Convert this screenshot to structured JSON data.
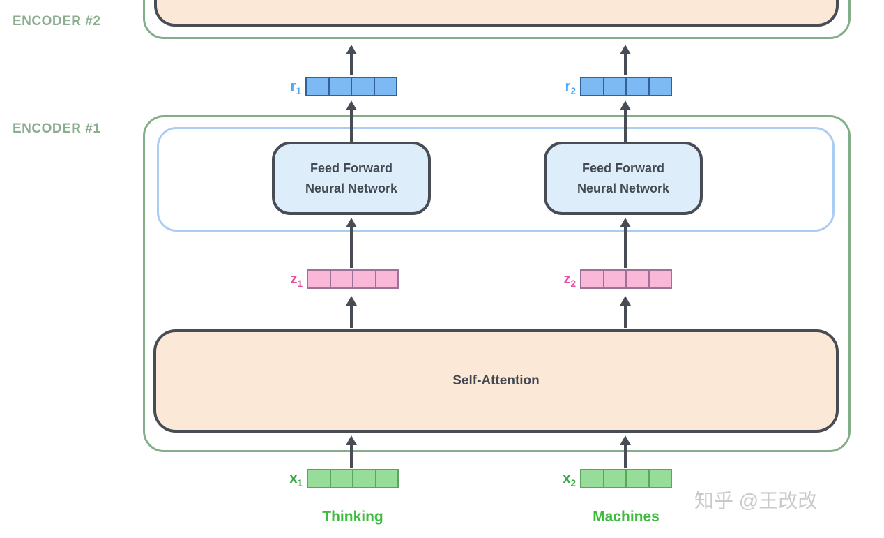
{
  "encoders": {
    "encoder2_label": "ENCODER #2",
    "encoder1_label": "ENCODER #1"
  },
  "boxes": {
    "ffnn": {
      "line1": "Feed Forward",
      "line2": "Neural Network"
    },
    "self_attention": {
      "label": "Self-Attention"
    }
  },
  "vectors": {
    "r1": {
      "base": "r",
      "sub": "1"
    },
    "r2": {
      "base": "r",
      "sub": "2"
    },
    "z1": {
      "base": "z",
      "sub": "1"
    },
    "z2": {
      "base": "z",
      "sub": "2"
    },
    "x1": {
      "base": "x",
      "sub": "1"
    },
    "x2": {
      "base": "x",
      "sub": "2"
    }
  },
  "words": {
    "word1": "Thinking",
    "word2": "Machines"
  },
  "watermark": {
    "text": "知乎 @王改改"
  },
  "colors": {
    "encoder_border": "#84ad8a",
    "encoder_label": "#8bae90",
    "node_border": "#474c55",
    "node_text": "#434952",
    "ffnn_fill": "#ddedfa",
    "ffnn_layer_border": "#abcdf2",
    "attention_fill": "#fce8d6",
    "vector_blue_fill": "#7db9f3",
    "vector_blue_line": "#2f6398",
    "vector_blue_label": "#4ea7f2",
    "vector_pink_fill": "#f9b8d7",
    "vector_pink_line": "#9e7296",
    "vector_pink_label": "#e84f9f",
    "vector_green_fill": "#98dc99",
    "vector_green_line": "#57a75c",
    "vector_green_label": "#3aa747",
    "word_green": "#3ebc3e",
    "arrow": "#474c55",
    "watermark_gray": "#c9c9c9"
  }
}
